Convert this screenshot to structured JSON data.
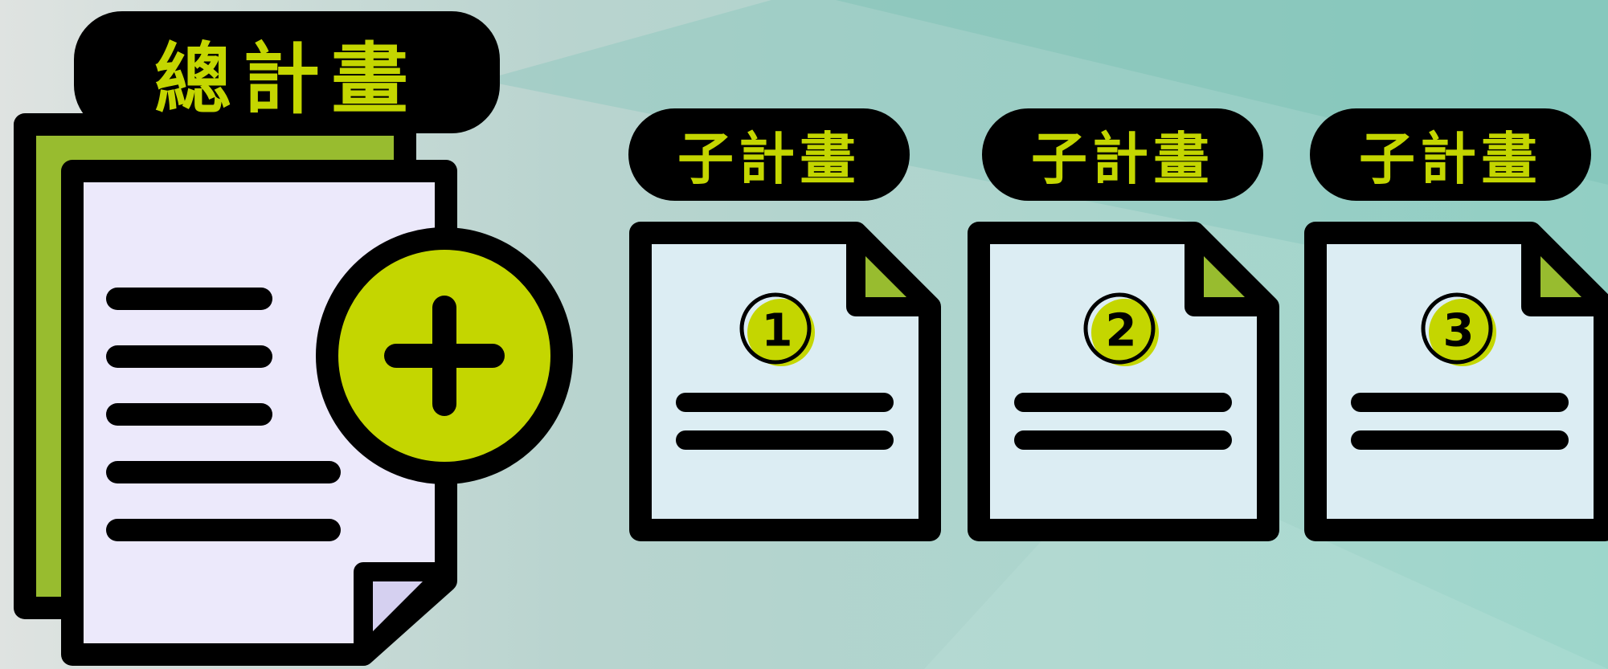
{
  "colors": {
    "label_text": "#c4d600",
    "accent_lime": "#c4d600",
    "accent_green": "#98bc2f",
    "outline": "#000000",
    "main_page_fill": "#ece9fb",
    "main_fold_fill": "#d5d0f0",
    "sub_page_fill": "#dcedf3",
    "background_left": "#dfe3e1",
    "background_right": "#9dd6cb"
  },
  "main_plan": {
    "title": "總計畫",
    "icon": "document-plus-icon",
    "text_line_count": 5
  },
  "sub_plans": [
    {
      "title": "子計畫",
      "number": "1",
      "icon": "document-icon"
    },
    {
      "title": "子計畫",
      "number": "2",
      "icon": "document-icon"
    },
    {
      "title": "子計畫",
      "number": "3",
      "icon": "document-icon"
    }
  ]
}
